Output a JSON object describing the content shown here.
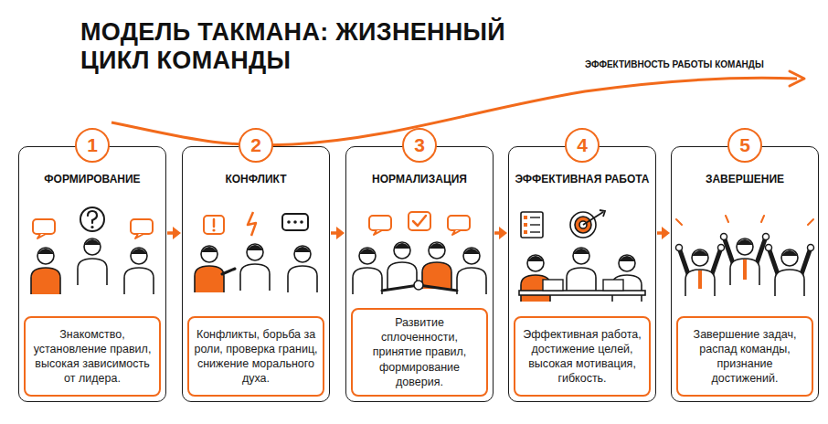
{
  "diagram": {
    "title": "МОДЕЛЬ ТАКМАНА: ЖИЗНЕННЫЙ ЦИКЛ КОМАНДЫ",
    "nodes": [
      {
        "text": [
          "ФОРМИРОВАНИЕ"
        ]
      },
      {
        "text": [
          "1"
        ],
        "in": 0
      },
      {
        "text": [
          "Знакомство, установление правил, высокая зависимость от лидера."
        ],
        "in": 0
      },
      {
        "text": [
          "КОНФЛИКТ"
        ]
      },
      {
        "text": [
          "2"
        ],
        "in": 3
      },
      {
        "text": [
          "Конфликты, борьба за роли, проверка границ, снижение морального духа."
        ],
        "in": 3
      },
      {
        "text": [
          "НОРМАЛИЗАЦИЯ"
        ]
      },
      {
        "text": [
          "3"
        ],
        "in": 6
      },
      {
        "text": [
          "Развитие сплоченности, принятие правил, формирование доверия."
        ],
        "in": 6
      },
      {
        "text": [
          "ЭФФЕКТИВНАЯ РАБОТА"
        ]
      },
      {
        "text": [
          "4"
        ],
        "in": 9
      },
      {
        "text": [
          "Эффективная работа, достижение целей, высокая мотивация, гибкость."
        ],
        "in": 9
      },
      {
        "text": [
          "ЗАВЕРШЕНИЕ"
        ]
      },
      {
        "text": [
          "5"
        ],
        "in": 12
      },
      {
        "text": [
          "Завершение задач, распад команды, признание достижений."
        ],
        "in": 12
      }
    ],
    "edges": [
      {
        "from": 0,
        "to": 3,
        "arrow": "to"
      },
      {
        "from": 3,
        "to": 6,
        "arrow": "to"
      },
      {
        "from": 6,
        "to": 9,
        "arrow": "to"
      },
      {
        "from": 9,
        "to": 12,
        "arrow": "to"
      }
    ],
    "labels": [
      "ЭФФЕКТИВНОСТЬ РАБОТЫ КОМАНДЫ"
    ]
  }
}
